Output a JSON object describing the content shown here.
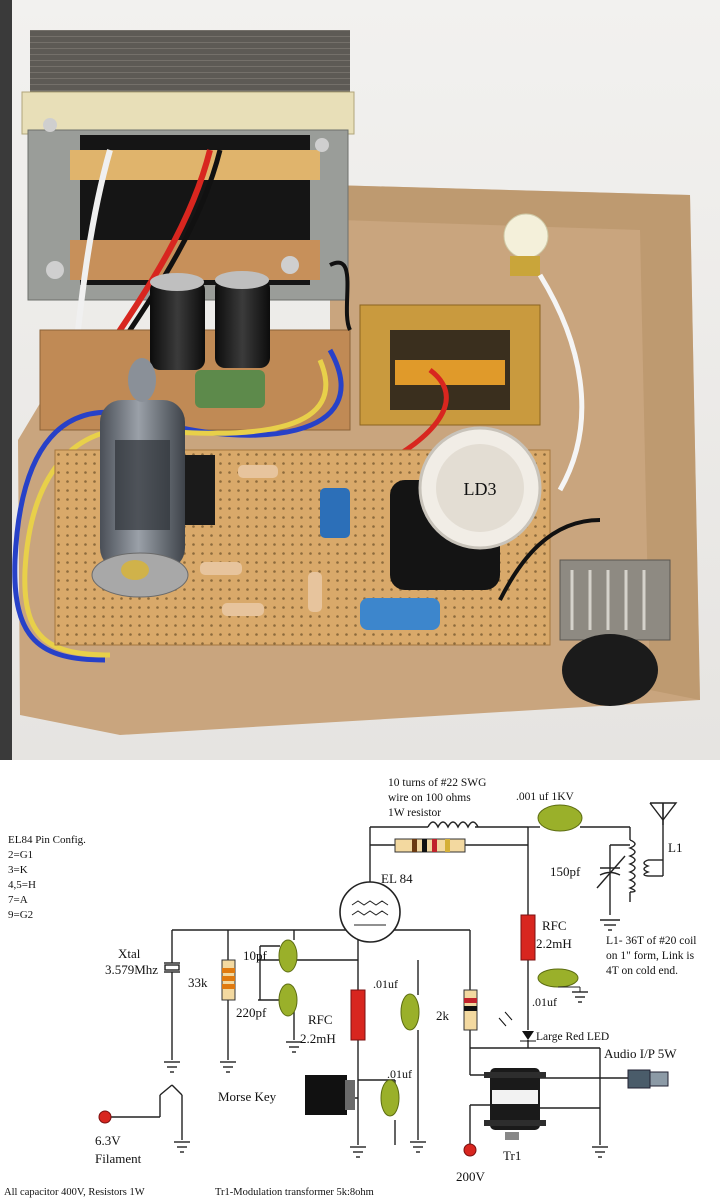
{
  "photo": {
    "colors": {
      "board": "#d9a96a",
      "cardboard": "#c9a57e",
      "tube_glass": "#6f7680",
      "wire_red": "#d8261f",
      "wire_blue": "#2741c8",
      "wire_yellow": "#e8d04a"
    },
    "cap_marking": "LD3"
  },
  "schematic": {
    "coil_note": [
      "10 turns of #22 SWG",
      "wire on 100 ohms",
      "1W resistor"
    ],
    "cap_hv": ".001 uf 1KV",
    "el84_config": [
      "EL84 Pin Config.",
      "2=G1",
      "3=K",
      "4,5=H",
      "7=A",
      "9=G2"
    ],
    "tube_name": "EL 84",
    "l1_name": "L1",
    "tank_cap": "150pf",
    "rfc_plate_name": "RFC",
    "rfc_plate_value": "2.2mH",
    "l1_spec": [
      "L1- 36T of #20 coil",
      "on 1\" form, Link is",
      "4T on cold end."
    ],
    "xtal": [
      "Xtal",
      "3.579Mhz"
    ],
    "grid_cap": "10pf",
    "grid_res": "33k",
    "fb_cap": "220pf",
    "cath_rfc_name": "RFC",
    "cath_rfc_value": "2.2mH",
    "bypass1": ".01uf",
    "screen_res": "2k",
    "bypass2": ".01uf",
    "led": "Large Red LED",
    "audio": "Audio I/P 5W",
    "key": "Morse Key",
    "bypass3": ".01uf",
    "filament": [
      "6.3V",
      "Filament"
    ],
    "hv": "200V",
    "tr1": "Tr1",
    "footer_left": "All capacitor 400V, Resistors 1W",
    "footer_right": "Tr1-Modulation transformer 5k:8ohm"
  }
}
